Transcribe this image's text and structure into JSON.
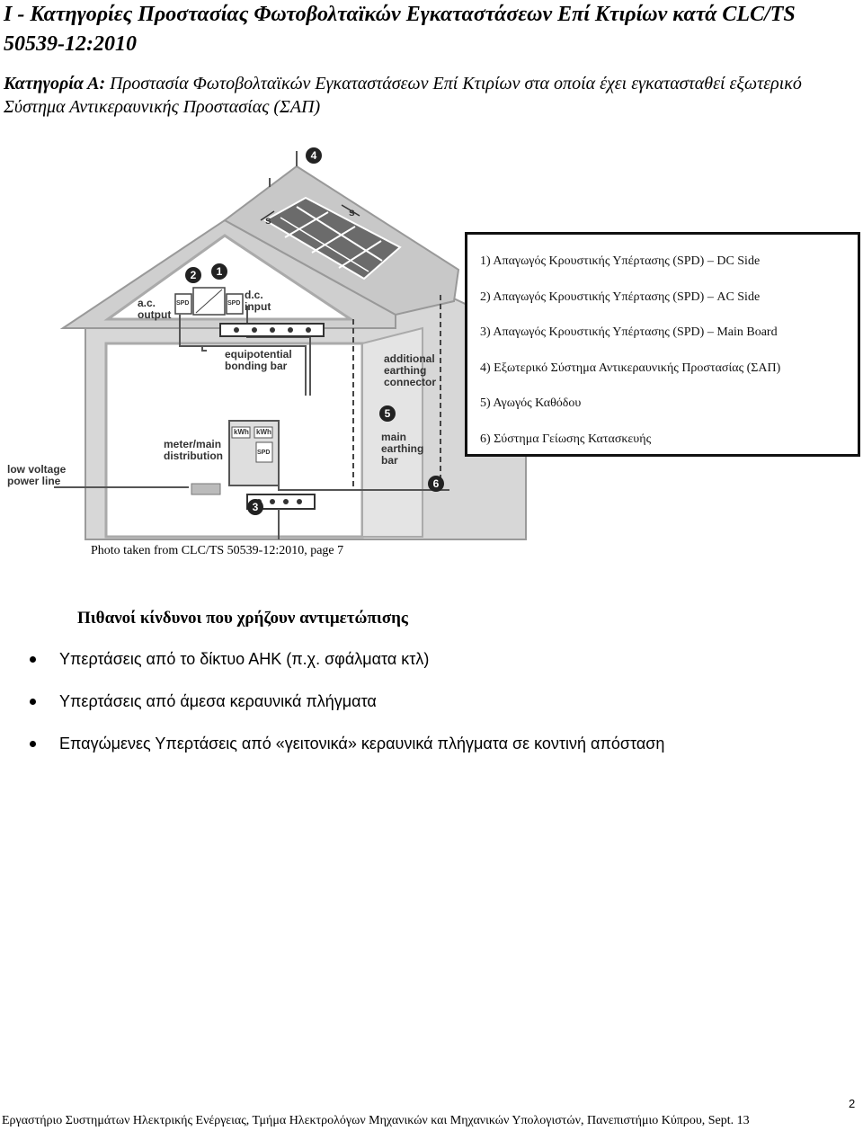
{
  "title": "I - Κατηγορίες Προστασίας Φωτοβολταϊκών Εγκαταστάσεων Επί Κτιρίων κατά CLC/TS 50539-12:2010",
  "subtitle": {
    "prefix": "Κατηγορία Α:",
    "text": " Προστασία Φωτοβολταϊκών Εγκαταστάσεων Επί Κτιρίων στα οποία έχει εγκατασταθεί εξωτερικό Σύστημα Αντικεραυνικής Προστασίας (ΣΑΠ)"
  },
  "figure": {
    "labels": {
      "ac_output": "a.c.\noutput",
      "dc_input": "d.c.\ninput",
      "equipotential": "equipotential\nbonding bar",
      "additional": "additional\nearthing\nconnector",
      "meter": "meter/main\ndistribution",
      "main_earthing": "main\nearthing\nbar",
      "low_voltage": "low voltage\npower line",
      "kwh1": "kWh",
      "kwh2": "kWh",
      "spd_ac": "SPD",
      "spd_dc": "SPD",
      "spd_meter": "SPD",
      "s1": "s",
      "s2": "s"
    },
    "badges": [
      "1",
      "2",
      "3",
      "4",
      "5",
      "6"
    ]
  },
  "legend": [
    "1) Απαγωγός  Κρουστικής Υπέρτασης (SPD) – DC Side",
    "2) Απαγωγός  Κρουστικής Υπέρτασης (SPD) – AC Side",
    "3) Απαγωγός  Κρουστικής Υπέρτασης (SPD) – Main Board",
    "4) Εξωτερικό Σύστημα Αντικεραυνικής Προστασίας (ΣΑΠ)",
    "5) Αγωγός Καθόδου",
    "6) Σύστημα Γείωσης Κατασκευής"
  ],
  "caption": "Photo taken from CLC/TS 50539-12:2010, page 7",
  "section_heading": "Πιθανοί κίνδυνοι που χρήζουν αντιμετώπισης",
  "bullets": [
    "Υπερτάσεις από το δίκτυο ΑΗΚ (π.χ. σφάλματα κτλ)",
    "Υπερτάσεις από άμεσα κεραυνικά πλήγματα",
    "Επαγώμενες Υπερτάσεις από «γειτονικά» κεραυνικά πλήγματα σε κοντινή απόσταση"
  ],
  "page_number": "2",
  "footer": "Εργαστήριο Συστημάτων Ηλεκτρικής Ενέργειας, Τμήμα Ηλεκτρολόγων Μηχανικών και Μηχανικών Υπολογιστών, Πανεπιστήμιο Κύπρου, Sept. 13"
}
